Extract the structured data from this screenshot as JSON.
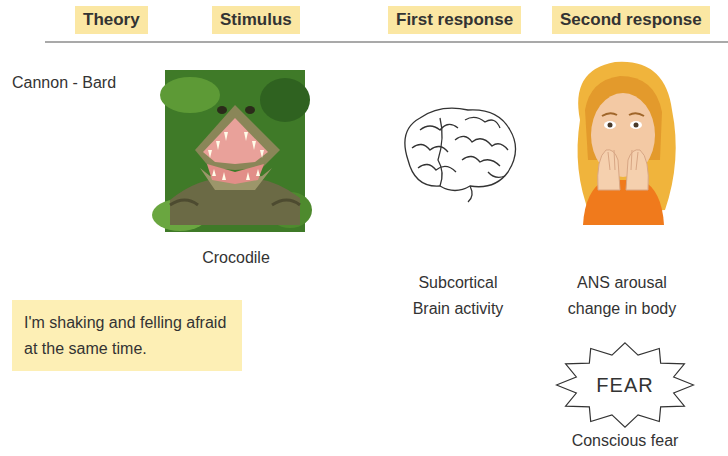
{
  "diagram": {
    "nodes": [
      {
        "text": [
          "Theory"
        ]
      },
      {
        "text": [
          "Stimulus"
        ]
      },
      {
        "text": [
          "First response"
        ]
      },
      {
        "text": [
          "Second response"
        ]
      },
      {
        "text": [
          "I'm shaking and felling afraid at the same time."
        ]
      },
      {
        "text": [
          "FEAR"
        ]
      }
    ],
    "labels": [
      "Cannon - Bard",
      "Crocodile",
      "Subcortical Brain activity",
      "ANS arousal change in body",
      "Conscious fear"
    ]
  }
}
